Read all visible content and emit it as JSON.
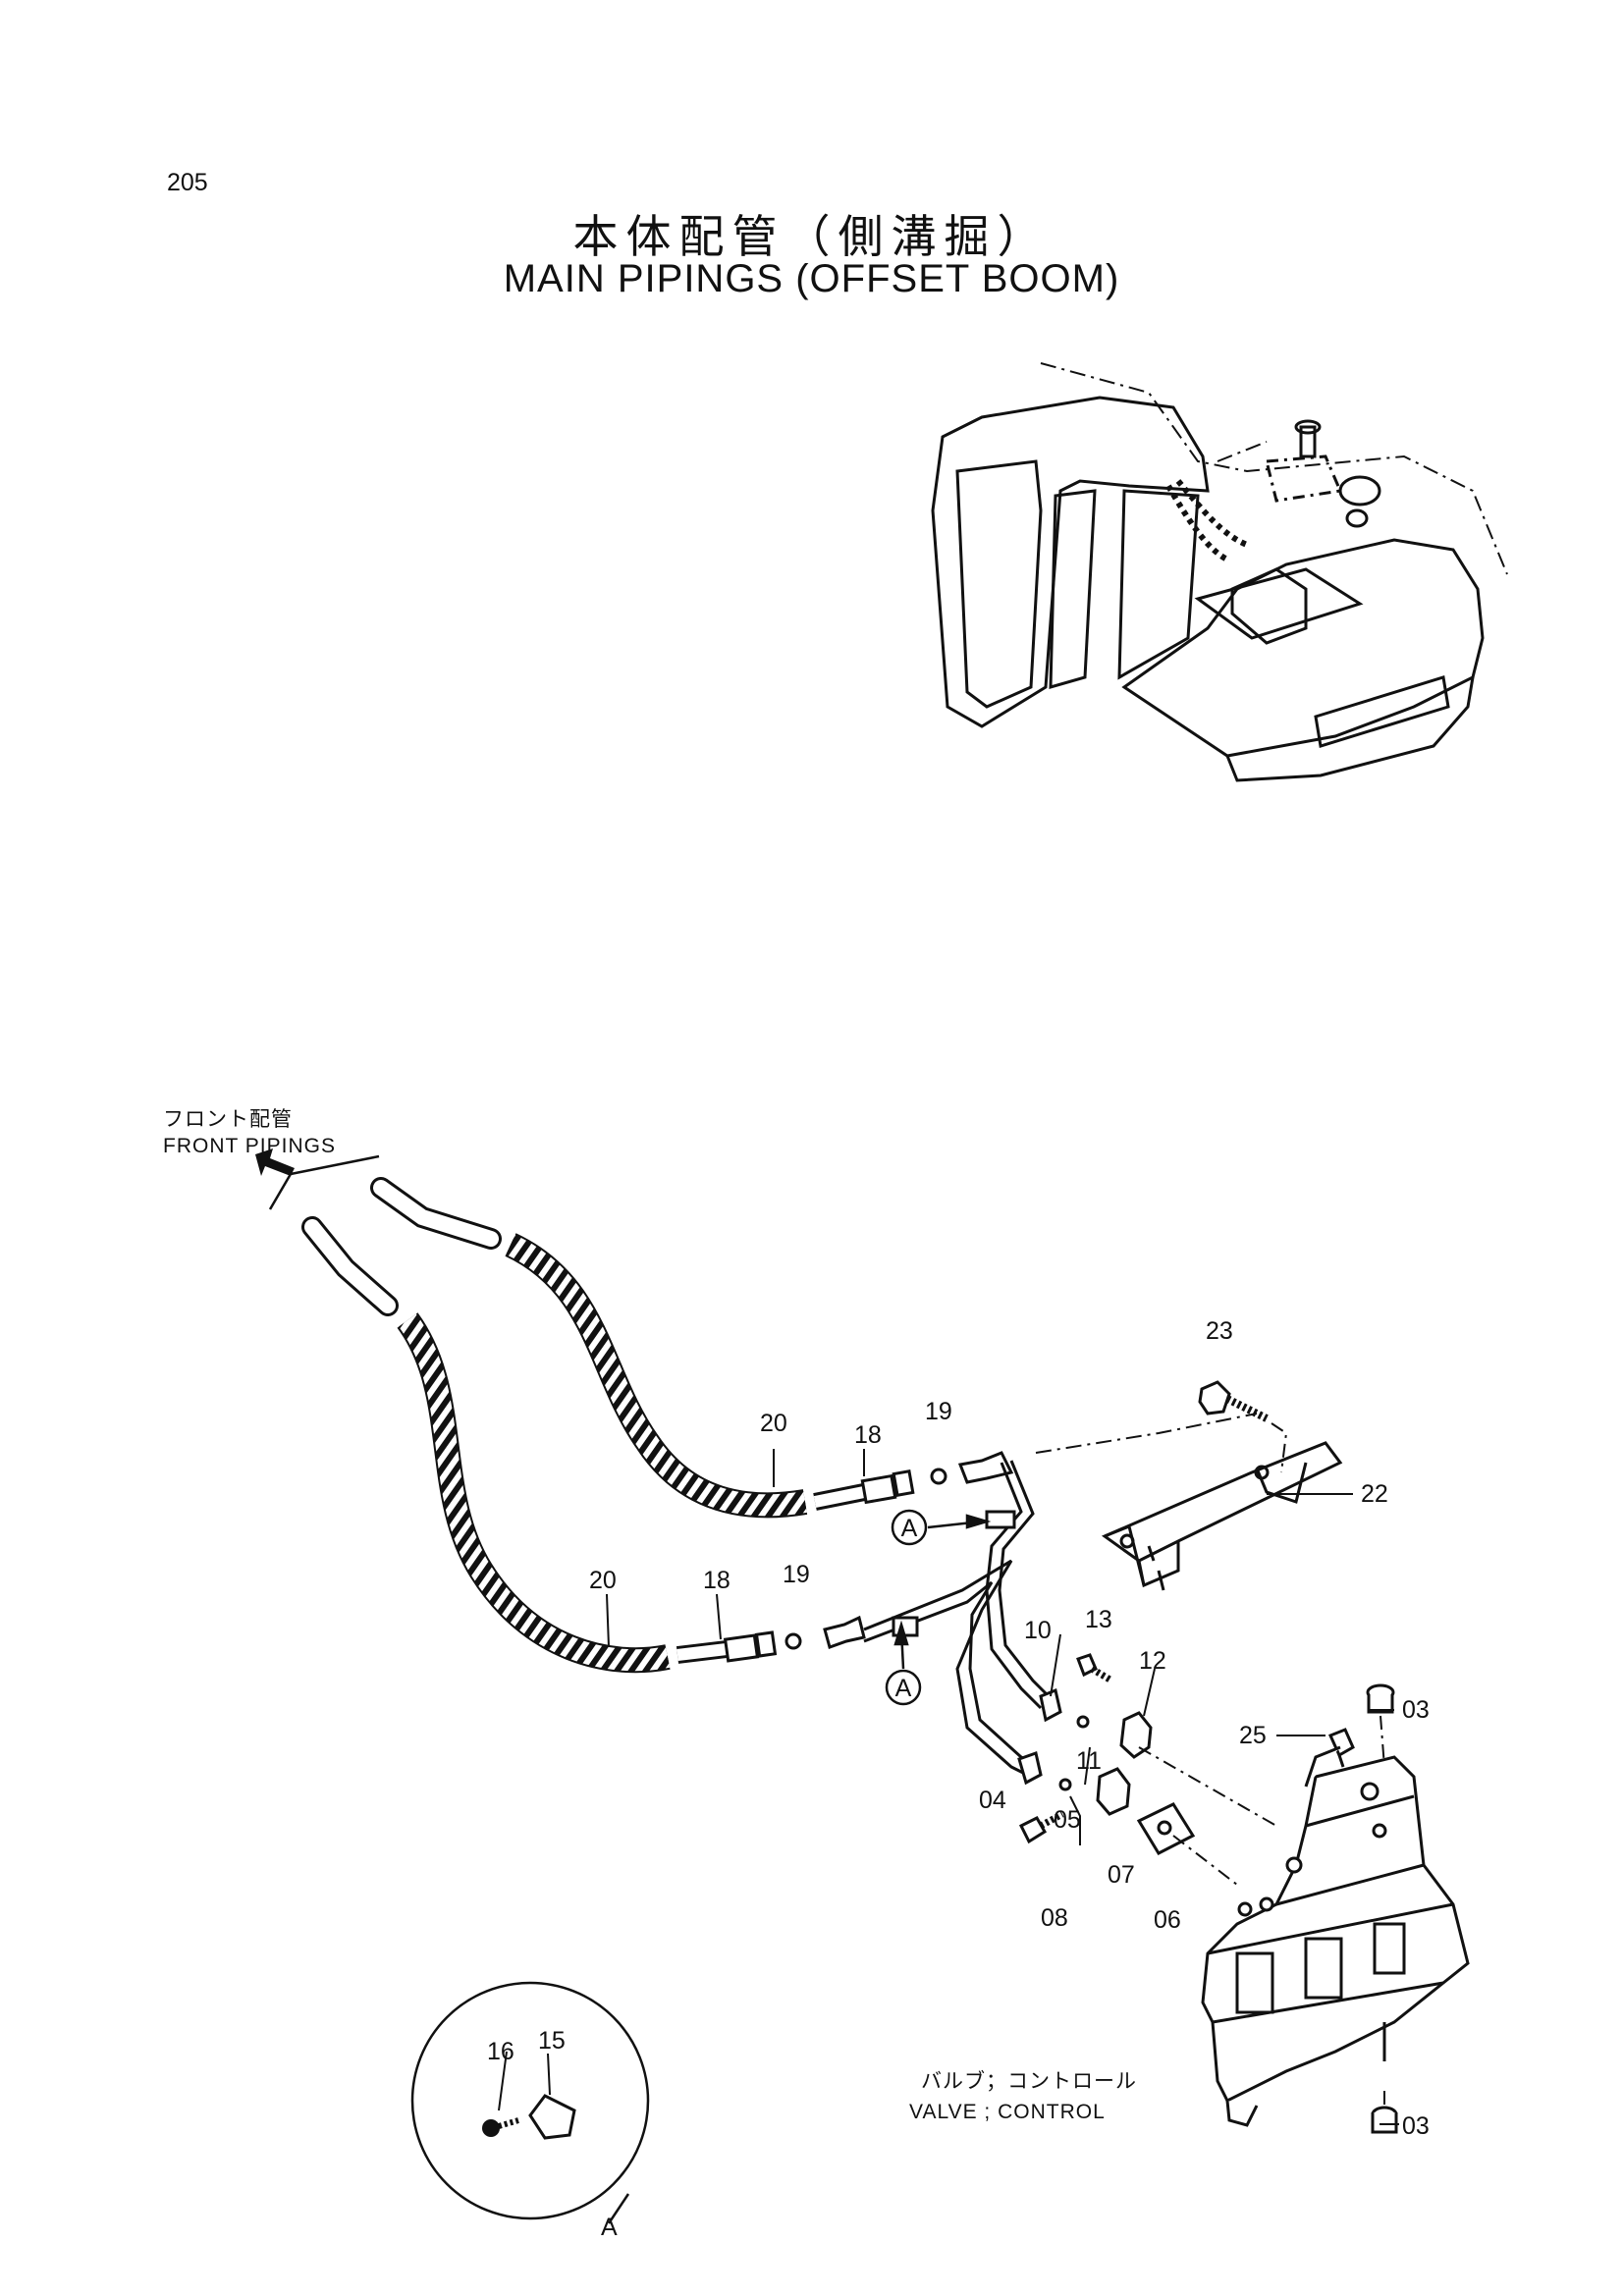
{
  "page_number": "205",
  "title_jp": "本体配管（側溝掘）",
  "title_en": "MAIN PIPINGS (OFFSET BOOM)",
  "notes": {
    "front_jp": "フロント配管",
    "front_en": "FRONT PIPINGS",
    "valve_jp": "バルブ；コントロール",
    "valve_en": "VALVE ; CONTROL"
  },
  "part_numbers": [
    "03",
    "03",
    "04",
    "05",
    "06",
    "07",
    "08",
    "10",
    "11",
    "12",
    "13",
    "15",
    "16",
    "18",
    "18",
    "19",
    "19",
    "20",
    "20",
    "22",
    "23",
    "25"
  ],
  "detail_refs": [
    "A",
    "A",
    "A"
  ],
  "colors": {
    "line": "#111111",
    "background": "#ffffff"
  }
}
